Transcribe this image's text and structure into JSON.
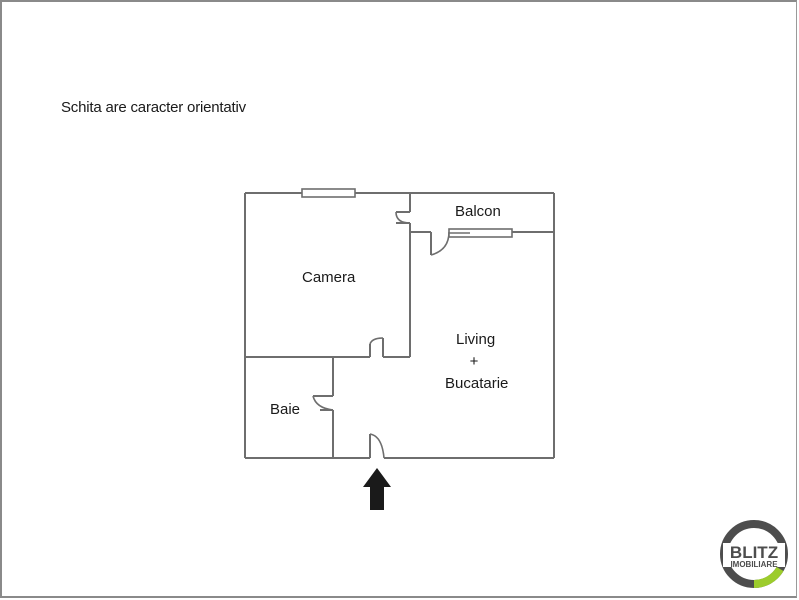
{
  "note": "Schita are caracter orientativ",
  "rooms": {
    "camera": "Camera",
    "balcon": "Balcon",
    "living": "Living",
    "plus": "+",
    "bucatarie": "Bucatarie",
    "baie": "Baie"
  },
  "entrance": {
    "icon": "arrow-up-icon"
  },
  "logo": {
    "brand": "BLITZ",
    "subtitle": "IMOBILIARE",
    "ring_color": "#4d4d4d",
    "accent_color": "#9ccc2c"
  },
  "colors": {
    "wall": "#6e6e6e",
    "text": "#1a1a1a",
    "arrow": "#1a1a1a",
    "frame": "#8a8a8a"
  }
}
